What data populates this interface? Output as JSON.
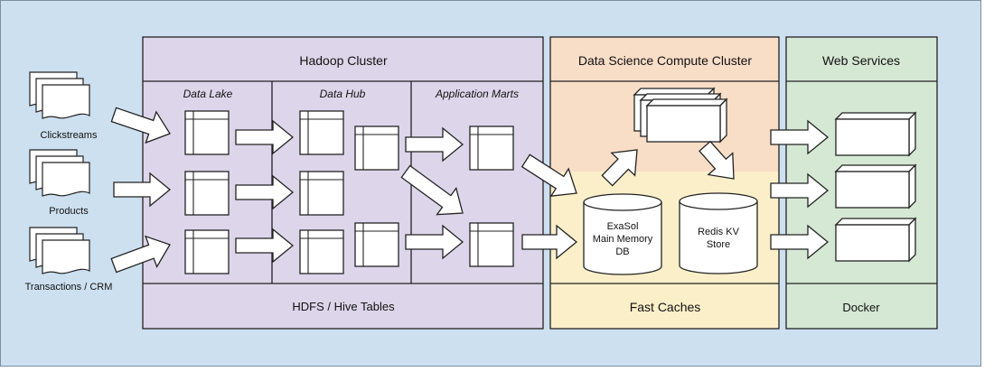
{
  "hadoop": {
    "title": "Hadoop Cluster",
    "footer": "HDFS / Hive Tables",
    "zones": [
      "Data Lake",
      "Data Hub",
      "Application Marts"
    ]
  },
  "dscc": {
    "title": "Data Science Compute Cluster",
    "footer": "Fast Caches",
    "exasol": [
      "ExaSol",
      "Main Memory",
      "DB"
    ],
    "redis": [
      "Redis KV",
      "Store"
    ]
  },
  "web": {
    "title": "Web Services",
    "footer": "Docker"
  },
  "sources": [
    "Clickstreams",
    "Products",
    "Transactions / CRM"
  ],
  "colors": {
    "outer_bg": "#cde0f0",
    "hadoop_fill": "#ddd6ea",
    "dscc_top_fill": "#f8ddc7",
    "dscc_bottom_fill": "#fbefc9",
    "web_fill": "#d5e8d4",
    "stroke": "#222222"
  }
}
